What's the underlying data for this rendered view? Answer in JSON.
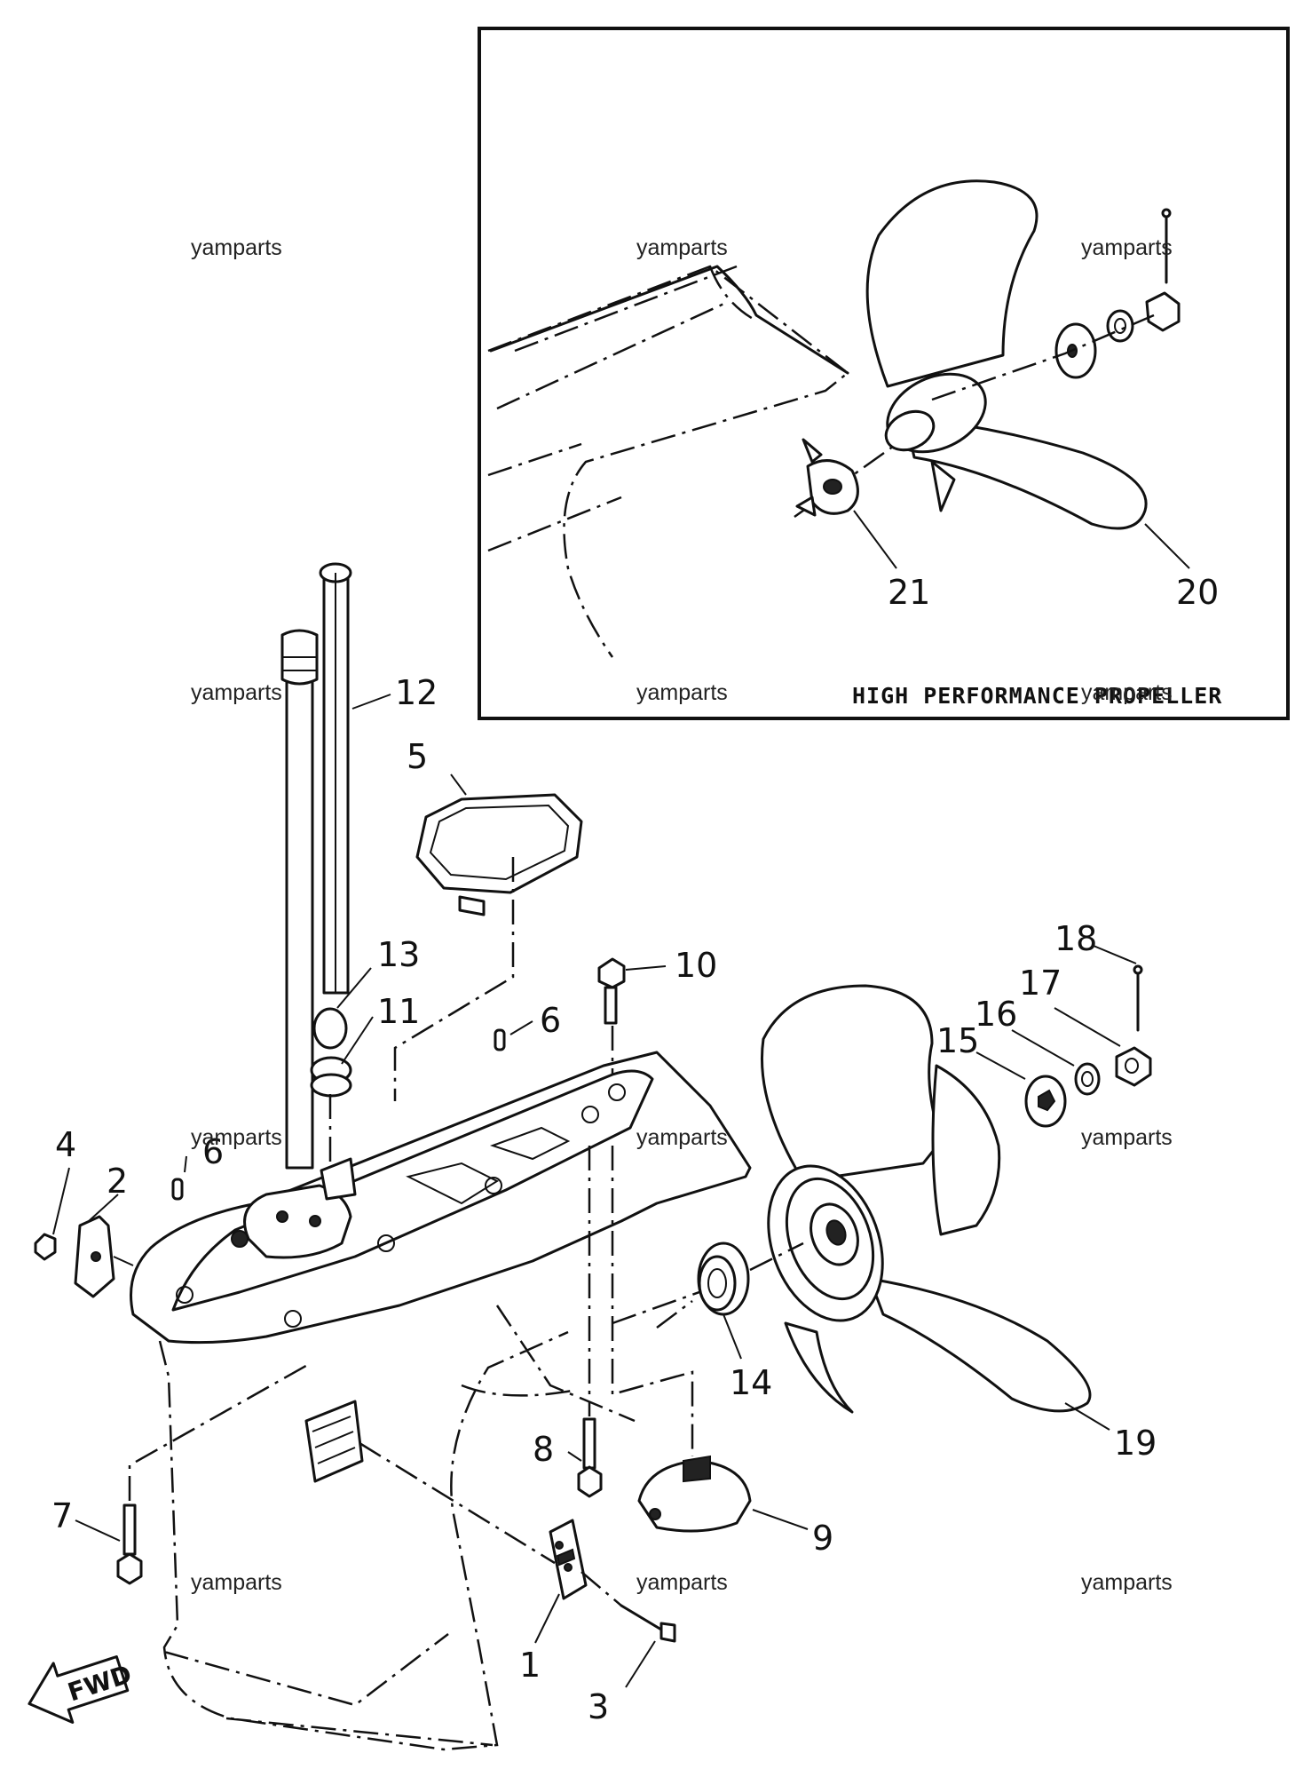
{
  "diagram": {
    "inset_title": "HIGH PERFORMANCE PROPELLER",
    "orientation_label": "FWD",
    "watermark": "yamparts",
    "callouts": {
      "c1": "1",
      "c2": "2",
      "c3": "3",
      "c4": "4",
      "c5": "5",
      "c6a": "6",
      "c6b": "6",
      "c7": "7",
      "c8": "8",
      "c9": "9",
      "c10": "10",
      "c11": "11",
      "c12": "12",
      "c13": "13",
      "c14": "14",
      "c15": "15",
      "c16": "16",
      "c17": "17",
      "c18": "18",
      "c19": "19",
      "c20": "20",
      "c21": "21"
    }
  }
}
